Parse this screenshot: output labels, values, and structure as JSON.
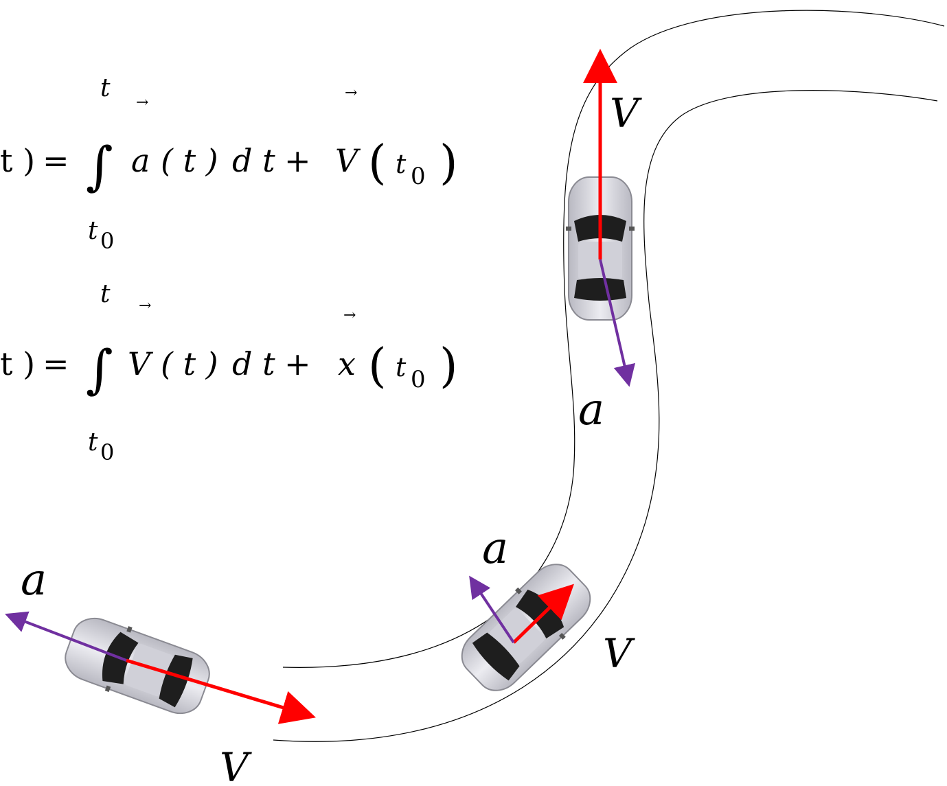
{
  "equations": {
    "velocity": {
      "lhs_tail": "t )",
      "equals": "=",
      "integral_sign": "∫",
      "upper_limit": "t",
      "lower_limit_base": "t",
      "lower_limit_sub": "0",
      "integrand_symbol": "a",
      "integrand_arg": "( t )",
      "differential": "d t",
      "plus": "+",
      "constant_symbol": "V",
      "constant_arg_base": "t",
      "constant_arg_sub": "0",
      "vector_arrow": "→"
    },
    "position": {
      "lhs_tail": "t )",
      "equals": "=",
      "integral_sign": "∫",
      "upper_limit": "t",
      "lower_limit_base": "t",
      "lower_limit_sub": "0",
      "integrand_symbol": "V",
      "integrand_arg": "( t )",
      "differential": "d t",
      "plus": "+",
      "constant_symbol": "x",
      "constant_arg_base": "t",
      "constant_arg_sub": "0",
      "vector_arrow": "→"
    }
  },
  "labels": {
    "car_top_velocity": "V",
    "car_top_acceleration": "a",
    "car_middle_velocity": "V",
    "car_middle_acceleration": "a",
    "car_left_velocity": "V",
    "car_left_acceleration": "a"
  },
  "colors": {
    "velocity_arrow": "#ff0000",
    "acceleration_arrow": "#7030a0",
    "road_line": "#000000",
    "car_body": "#d9d9df",
    "car_glass": "#1e1e1e"
  },
  "icons": {
    "car": "car-top-view-icon"
  }
}
